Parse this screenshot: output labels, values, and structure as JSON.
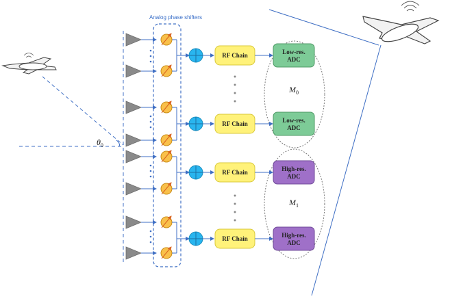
{
  "diagram": {
    "shifter_group_label": "Analog phase shifters",
    "rf_chain_label": "RF Chain",
    "low_res_adc_label": [
      "Low-res.",
      "ADC"
    ],
    "high_res_adc_label": [
      "High-res.",
      "ADC"
    ],
    "group_m0": {
      "symbol": "M",
      "subscript": "0"
    },
    "group_m1": {
      "symbol": "M",
      "subscript": "1"
    },
    "angle": {
      "symbol": "θ",
      "subscript": "0"
    },
    "colors": {
      "line": "#3f6fc4",
      "antenna": "#8a8a8a",
      "shifter_fill": "#f9c04a",
      "shifter_stroke": "#c98d18",
      "shifter_arrow": "#d9631f",
      "combiner_fill": "#29b5ef",
      "rf_fill": "#fff27a",
      "rf_stroke": "#d8c83a",
      "low_adc_fill": "#7dcb97",
      "low_adc_stroke": "#4e9a66",
      "high_adc_fill": "#9f70c8",
      "high_adc_stroke": "#6f4a98"
    }
  }
}
